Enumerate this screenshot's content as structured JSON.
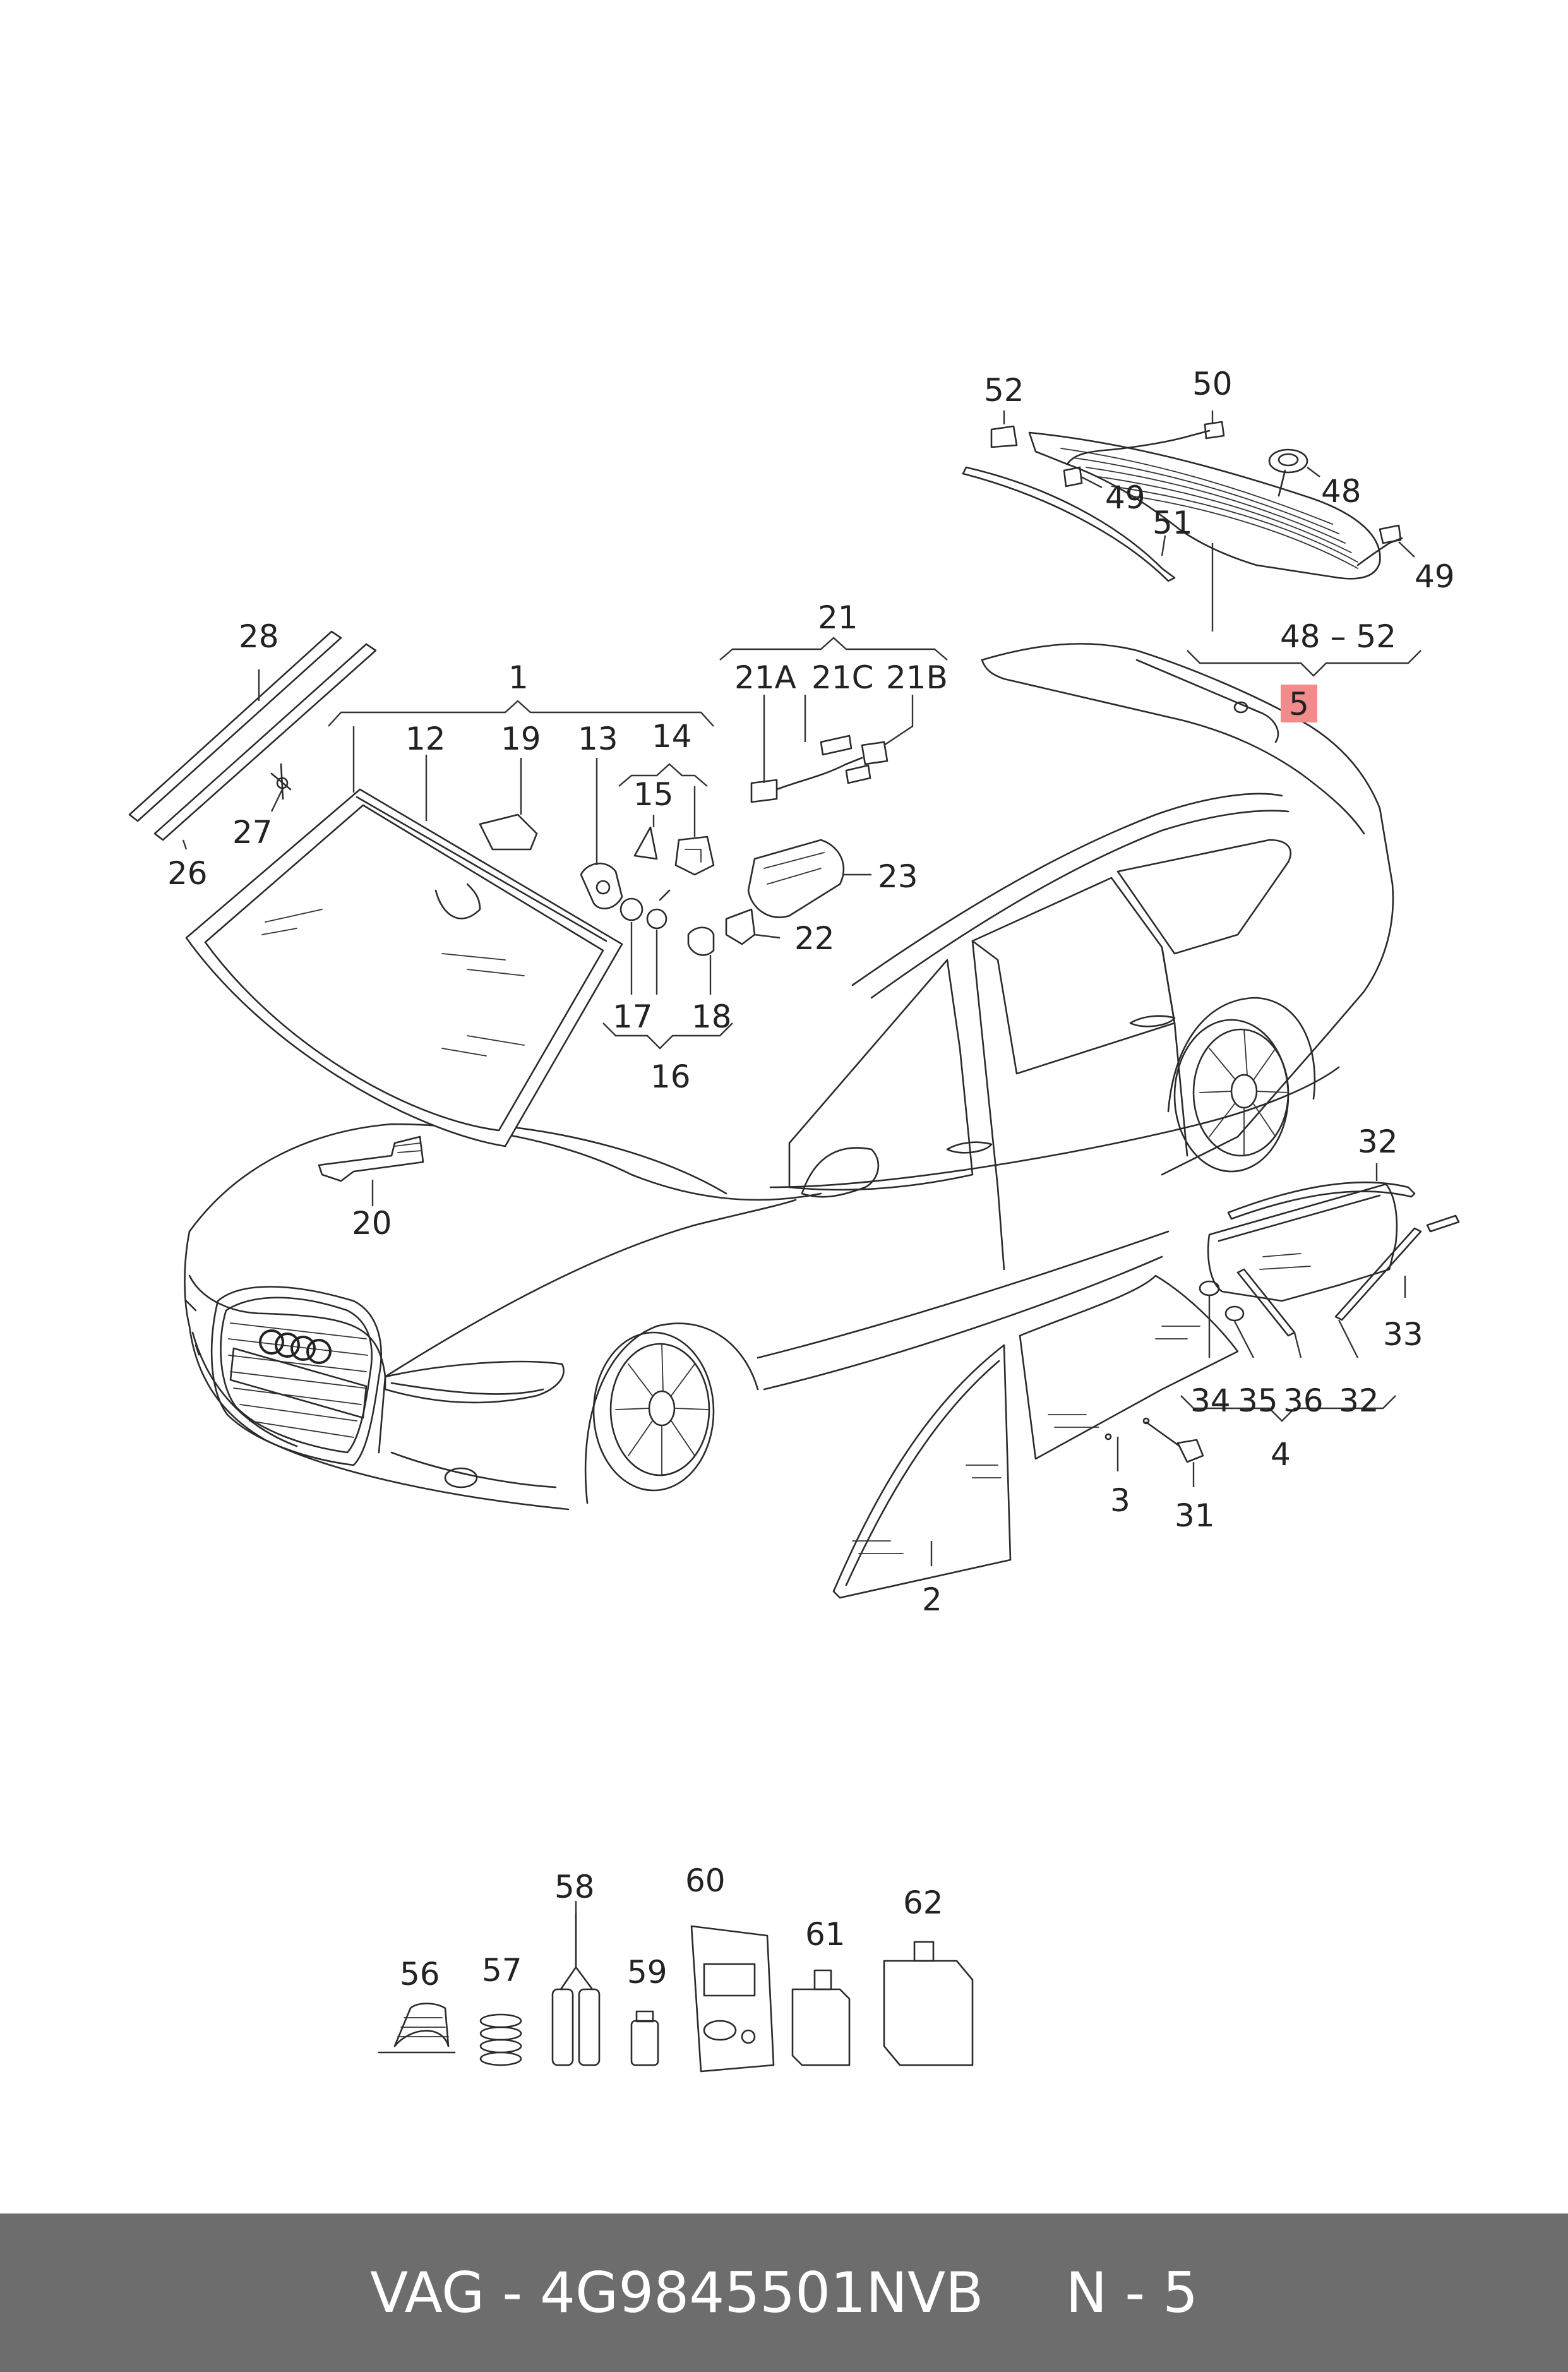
{
  "footer": {
    "part_text": "VAG - 4G9845501NVB",
    "page_text": "N - 5"
  },
  "highlight": {
    "label": "5",
    "color": "#f28b8b"
  },
  "labels": {
    "l1": "1",
    "l2": "2",
    "l3": "3",
    "l4": "4",
    "l5": "5",
    "l12": "12",
    "l13": "13",
    "l14": "14",
    "l15": "15",
    "l16": "16",
    "l17": "17",
    "l18": "18",
    "l19": "19",
    "l20": "20",
    "l21": "21",
    "l21a": "21A",
    "l21b": "21B",
    "l21c": "21C",
    "l22": "22",
    "l23": "23",
    "l26": "26",
    "l27": "27",
    "l28": "28",
    "l31": "31",
    "l32a": "32",
    "l32b": "32",
    "l33": "33",
    "l34": "34",
    "l35": "35",
    "l36": "36",
    "l48": "48",
    "l48_52": "48 – 52",
    "l49a": "49",
    "l49b": "49",
    "l50": "50",
    "l51": "51",
    "l52": "52",
    "l56": "56",
    "l57": "57",
    "l58": "58",
    "l59": "59",
    "l60": "60",
    "l61": "61",
    "l62": "62"
  },
  "colors": {
    "footer_bg": "#6d6d6d",
    "footer_text": "#ffffff",
    "line": "#2a2a2a",
    "highlight_bg": "#f28b8b"
  }
}
